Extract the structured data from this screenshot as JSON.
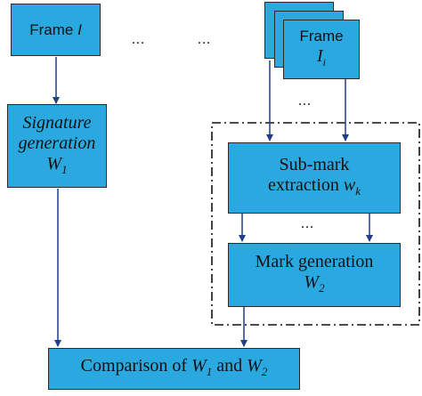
{
  "frame_left": {
    "text": "Frame",
    "var": "I"
  },
  "frame_stack": {
    "text": "Frame",
    "var": "I",
    "sub": "i"
  },
  "signature": {
    "line1": "Signature",
    "line2": "generation",
    "var": "W",
    "sub": "1"
  },
  "submark": {
    "line1": "Sub-mark",
    "line2": "extraction",
    "var": "w",
    "sub": "k"
  },
  "markgen": {
    "line1": "Mark generation",
    "var": "W",
    "sub": "2"
  },
  "comparison": {
    "text": "Comparison of",
    "var1": "W",
    "sub1": "1",
    "and": "and",
    "var2": "W",
    "sub2": "2"
  },
  "ellipsis": "..."
}
